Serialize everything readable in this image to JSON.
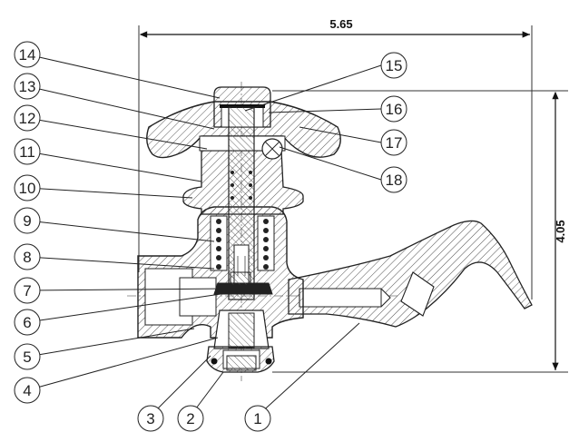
{
  "drawing": {
    "dimensions": {
      "width": "5.65",
      "height": "4.05"
    },
    "callouts": [
      "1",
      "2",
      "3",
      "4",
      "5",
      "6",
      "7",
      "8",
      "9",
      "10",
      "11",
      "12",
      "13",
      "14",
      "15",
      "16",
      "17",
      "18"
    ],
    "colors": {
      "line": "#222222",
      "hatch": "#444444",
      "paper": "#ffffff"
    }
  }
}
